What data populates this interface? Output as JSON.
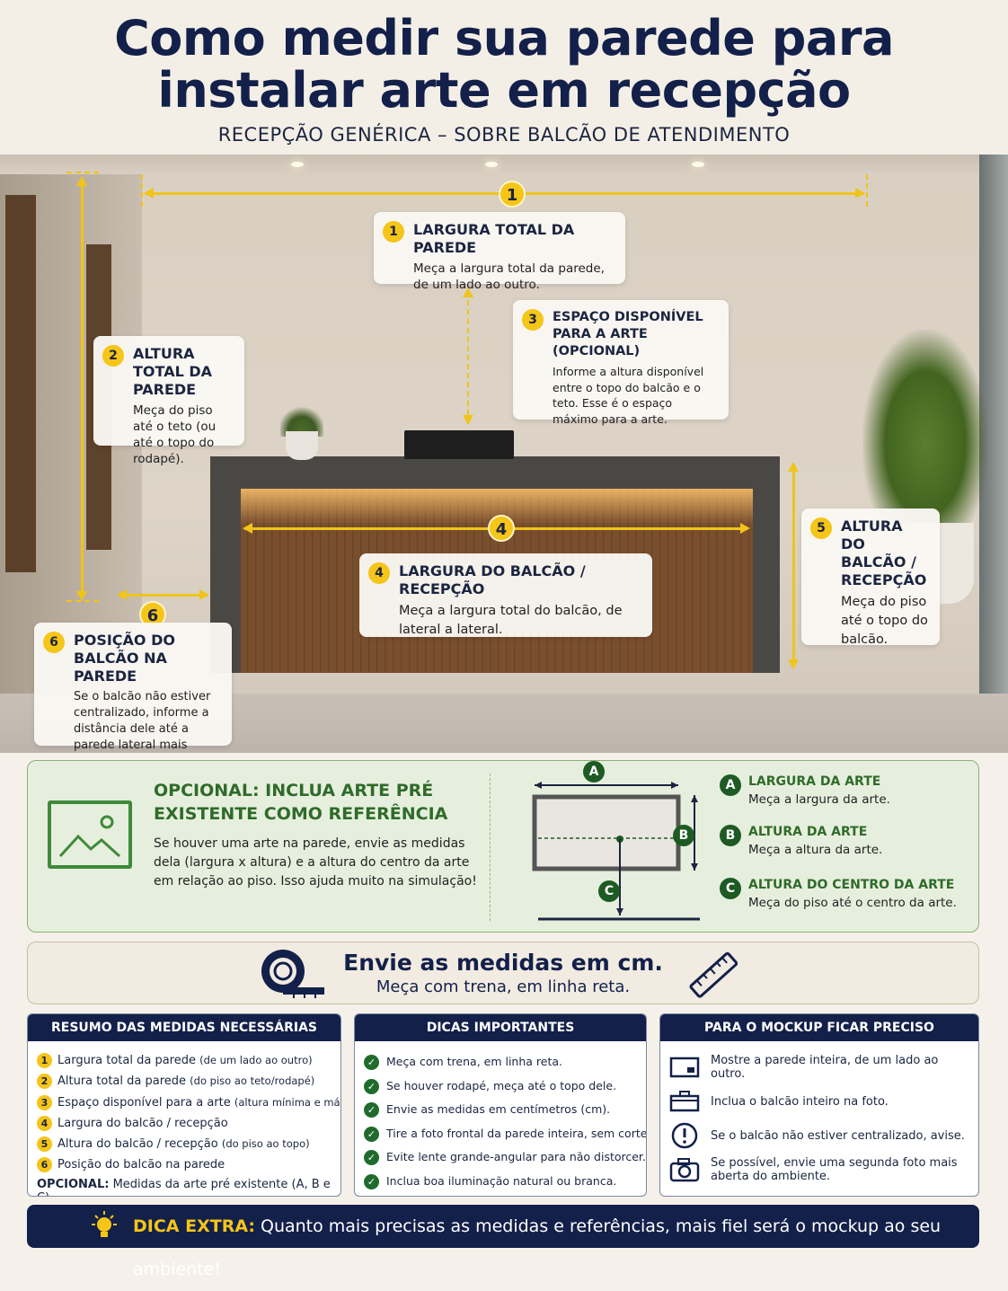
{
  "header": {
    "title_line1": "Como medir sua parede para",
    "title_line2": "instalar arte em recepção",
    "subtitle": "RECEPÇÃO GENÉRICA – SOBRE BALCÃO DE ATENDIMENTO"
  },
  "colors": {
    "navy": "#13204a",
    "yellow": "#f5c518",
    "green": "#2f6b2a"
  },
  "scene": {
    "markers": [
      "1",
      "4",
      "6"
    ],
    "cards": [
      {
        "num": "1",
        "title": "LARGURA TOTAL DA PAREDE",
        "text": "Meça a largura total da parede, de um lado ao outro."
      },
      {
        "num": "2",
        "title": "ALTURA TOTAL DA PAREDE",
        "text": "Meça do piso até o teto (ou até o topo do rodapé)."
      },
      {
        "num": "3",
        "title": "ESPAÇO DISPONÍVEL PARA A ARTE (OPCIONAL)",
        "text": "Informe a altura disponível entre o topo do balcão e o teto. Esse é o espaço máximo para a arte."
      },
      {
        "num": "4",
        "title": "LARGURA DO BALCÃO / RECEPÇÃO",
        "text": "Meça a largura total do balcão, de lateral a lateral."
      },
      {
        "num": "5",
        "title": "ALTURA DO BALCÃO / RECEPÇÃO",
        "text": "Meça do piso até o topo do balcão."
      },
      {
        "num": "6",
        "title": "POSIÇÃO DO BALCÃO NA PAREDE",
        "text": "Se o balcão não estiver centralizado, informe a distância dele até a parede lateral mais próxima."
      }
    ]
  },
  "optional": {
    "title": "OPCIONAL: INCLUA ARTE PRÉ EXISTENTE COMO REFERÊNCIA",
    "text": "Se houver uma arte na parede, envie as medidas dela (largura x altura) e a altura do centro da arte em relação ao piso. Isso ajuda muito na simulação!",
    "items": [
      {
        "letter": "A",
        "title": "LARGURA DA ARTE",
        "text": "Meça a largura da arte."
      },
      {
        "letter": "B",
        "title": "ALTURA DA ARTE",
        "text": "Meça a altura da arte."
      },
      {
        "letter": "C",
        "title": "ALTURA DO CENTRO DA ARTE",
        "text": "Meça do piso até o centro da arte."
      }
    ]
  },
  "send": {
    "title": "Envie as medidas em cm.",
    "subtitle": "Meça com trena, em linha reta."
  },
  "summary": {
    "heading": "RESUMO DAS MEDIDAS NECESSÁRIAS",
    "items": [
      {
        "n": "1",
        "text": "Largura total da parede",
        "small": "(de um lado ao outro)"
      },
      {
        "n": "2",
        "text": "Altura total da parede",
        "small": "(do piso ao teto/rodapé)"
      },
      {
        "n": "3",
        "text": "Espaço disponível para a arte",
        "small": "(altura mínima e máxima)"
      },
      {
        "n": "4",
        "text": "Largura do balcão / recepção",
        "small": ""
      },
      {
        "n": "5",
        "text": "Altura do balcão / recepção",
        "small": "(do piso ao topo)"
      },
      {
        "n": "6",
        "text": "Posição do balcão na parede",
        "small": ""
      }
    ],
    "optional_label": "OPCIONAL:",
    "optional_text": "Medidas da arte pré existente (A, B e C)"
  },
  "tips": {
    "heading": "DICAS IMPORTANTES",
    "items": [
      "Meça com trena, em linha reta.",
      "Se houver rodapé, meça até o topo dele.",
      "Envie as medidas em centímetros (cm).",
      "Tire a foto frontal da parede inteira, sem cortes.",
      "Evite lente grande-angular para não distorcer.",
      "Inclua boa iluminação natural ou branca."
    ]
  },
  "mockup": {
    "heading": "PARA O MOCKUP FICAR PRECISO",
    "items": [
      {
        "icon": "wall-frame-icon",
        "text": "Mostre a parede inteira, de um lado ao outro."
      },
      {
        "icon": "counter-icon",
        "text": "Inclua o balcão inteiro na foto."
      },
      {
        "icon": "alert-icon",
        "text": "Se o balcão não estiver centralizado, avise."
      },
      {
        "icon": "camera-icon",
        "text": "Se possível, envie uma segunda foto mais aberta do ambiente."
      }
    ]
  },
  "extra": {
    "label": "DICA EXTRA:",
    "text": "Quanto mais precisas as medidas e referências, mais fiel será o mockup ao seu ambiente!"
  }
}
